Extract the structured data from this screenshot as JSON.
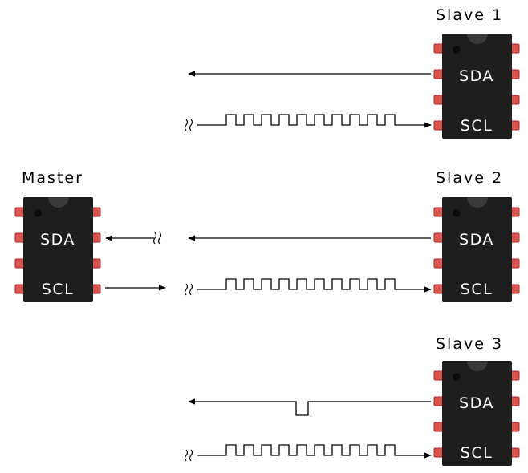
{
  "colors": {
    "chip_body": "#1e1e1e",
    "chip_text": "#ffffff",
    "pin_fill": "#d9534f",
    "pin_stroke": "#b02a2a",
    "line": "#000000"
  },
  "master": {
    "title": "Master",
    "pin_labels": {
      "sda": "SDA",
      "scl": "SCL"
    }
  },
  "slaves": [
    {
      "title": "Slave 1",
      "pin_labels": {
        "sda": "SDA",
        "scl": "SCL"
      }
    },
    {
      "title": "Slave 2",
      "pin_labels": {
        "sda": "SDA",
        "scl": "SCL"
      }
    },
    {
      "title": "Slave 3",
      "pin_labels": {
        "sda": "SDA",
        "scl": "SCL"
      }
    }
  ]
}
